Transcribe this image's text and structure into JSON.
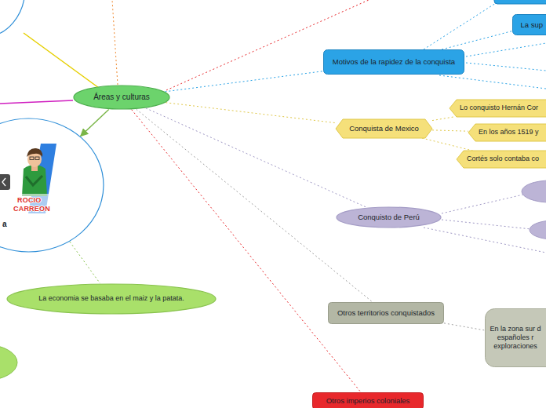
{
  "diagram": {
    "nodes": [
      {
        "text": [
          "Áreas y culturas"
        ]
      },
      {
        "text": [
          "a"
        ]
      },
      {
        "text": [
          "La economia se basaba en el maiz y la patata."
        ]
      },
      {
        "text": [
          "Motivos de la rapidez de la conquista"
        ]
      },
      {
        "text": [
          "La sup"
        ]
      },
      {
        "text": [
          "Conquista de Mexico"
        ]
      },
      {
        "text": [
          "Lo conquisto Hernán Cor"
        ]
      },
      {
        "text": [
          "En los años 1519 y"
        ]
      },
      {
        "text": [
          "Cortés solo contaba co"
        ]
      },
      {
        "text": [
          "Conquisto de Perú"
        ]
      },
      {
        "text": [
          "Otros territorios conquistados"
        ]
      },
      {
        "text": [
          "En la zona sur d españoles r exploraciones"
        ]
      },
      {
        "text": [
          "Otros imperios coloniales"
        ]
      }
    ],
    "edges": [
      {
        "from": 0,
        "to": 1,
        "arrow": "to"
      },
      {
        "from": 0,
        "to": 3,
        "arrow": "none"
      },
      {
        "from": 0,
        "to": 5,
        "arrow": "none"
      },
      {
        "from": 0,
        "to": 9,
        "arrow": "none"
      },
      {
        "from": 0,
        "to": 10,
        "arrow": "none"
      },
      {
        "from": 0,
        "to": 12,
        "arrow": "none"
      },
      {
        "from": 1,
        "to": 2,
        "arrow": "none"
      },
      {
        "from": 3,
        "to": 4,
        "arrow": "none"
      },
      {
        "from": 5,
        "to": 6,
        "arrow": "none"
      },
      {
        "from": 5,
        "to": 7,
        "arrow": "none"
      },
      {
        "from": 5,
        "to": 8,
        "arrow": "none"
      },
      {
        "from": 10,
        "to": 11,
        "arrow": "none"
      }
    ],
    "labels": [
      "ROCIO",
      "CARREON"
    ]
  }
}
